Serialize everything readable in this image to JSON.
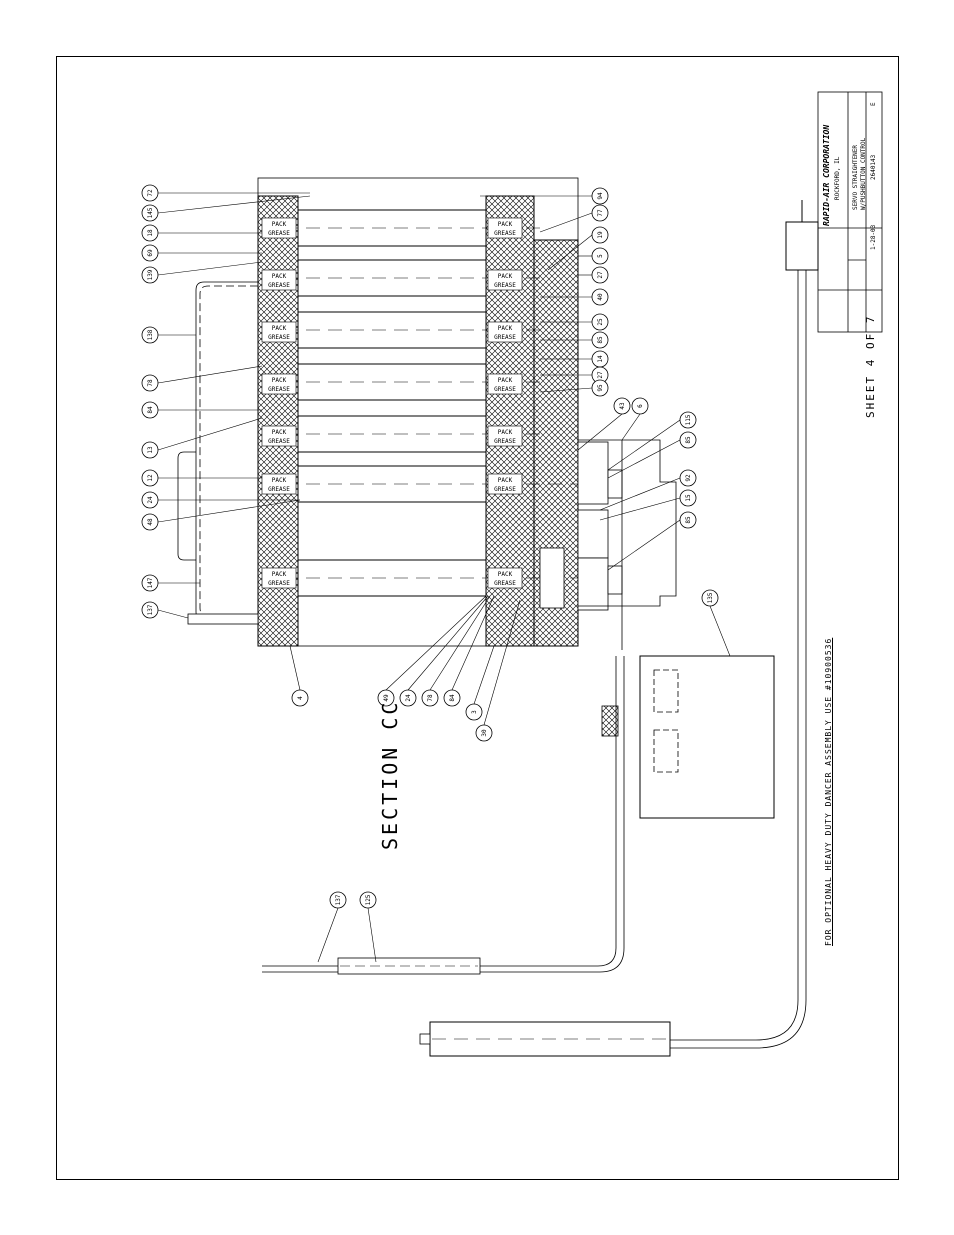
{
  "drawing": {
    "section_title": "SECTION CC",
    "sheet_label": "SHEET 4 OF 7",
    "optional_note": "FOR OPTIONAL HEAVY DUTY DANCER ASSEMBLY USE #10900536",
    "title_block": {
      "company": "RAPID-AIR CORPORATION",
      "location": "ROCKFORD, IL",
      "title_line_1": "SERVO STRAIGHTENER",
      "title_line_2": "W/PUSHBUTTON CONTROL",
      "drawing_no": "2640143",
      "revision": "E",
      "date": "1-28-03"
    },
    "part_labels": {
      "grease": "GREASE",
      "pack": "PACK"
    },
    "balloons": [
      "72",
      "145",
      "18",
      "69",
      "139",
      "138",
      "78",
      "84",
      "13",
      "12",
      "24",
      "48",
      "147",
      "137",
      "4",
      "49",
      "24",
      "78",
      "84",
      "3",
      "30",
      "94",
      "77",
      "19",
      "5",
      "27",
      "40",
      "25",
      "85",
      "14",
      "27",
      "95",
      "43",
      "6",
      "115",
      "85",
      "92",
      "15",
      "85",
      "135",
      "137",
      "125"
    ]
  }
}
